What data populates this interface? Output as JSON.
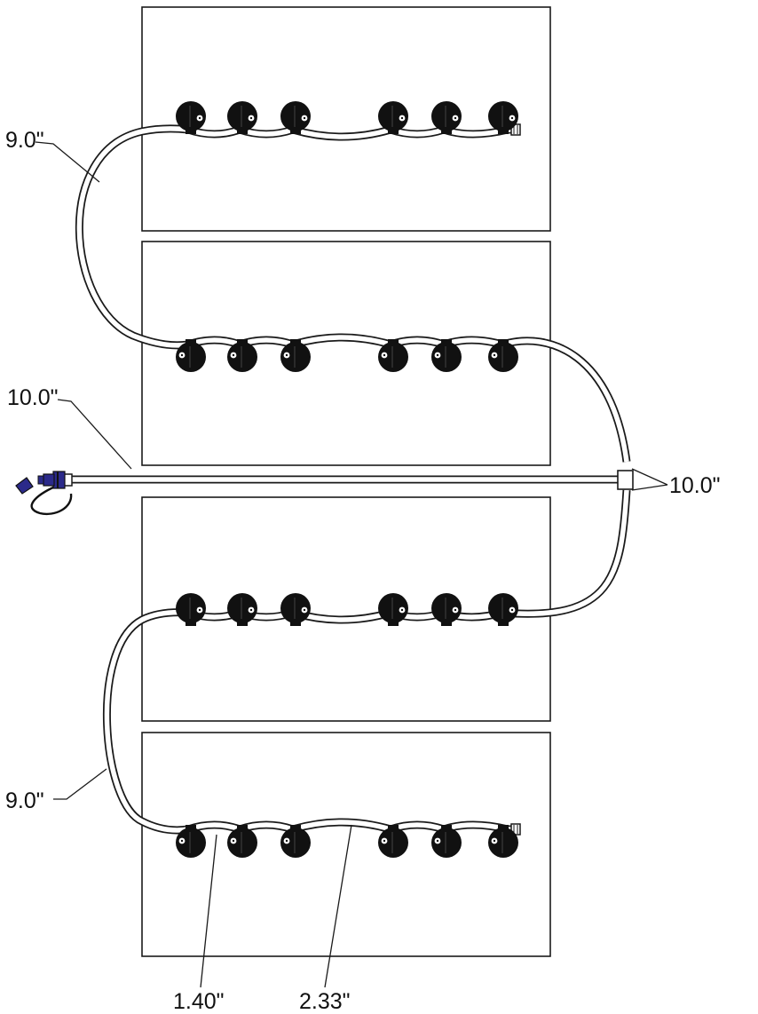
{
  "diagram": {
    "panel_count": 4,
    "valves_per_row": 6,
    "labels": {
      "top_left_hose": "9.0\"",
      "feed_hose": "10.0\"",
      "right_hoses": "10.0\"",
      "bottom_left_hose": "9.0\"",
      "short_spacing": "1.40\"",
      "long_spacing": "2.33\""
    },
    "colors": {
      "line": "#1a1a1a",
      "valve": "#111111",
      "connector_accent": "#2b2a8a",
      "background": "#ffffff"
    },
    "icons": [
      "drip-valve-icon",
      "hose-connector-icon",
      "tee-fitting-icon",
      "end-plug-icon"
    ]
  }
}
